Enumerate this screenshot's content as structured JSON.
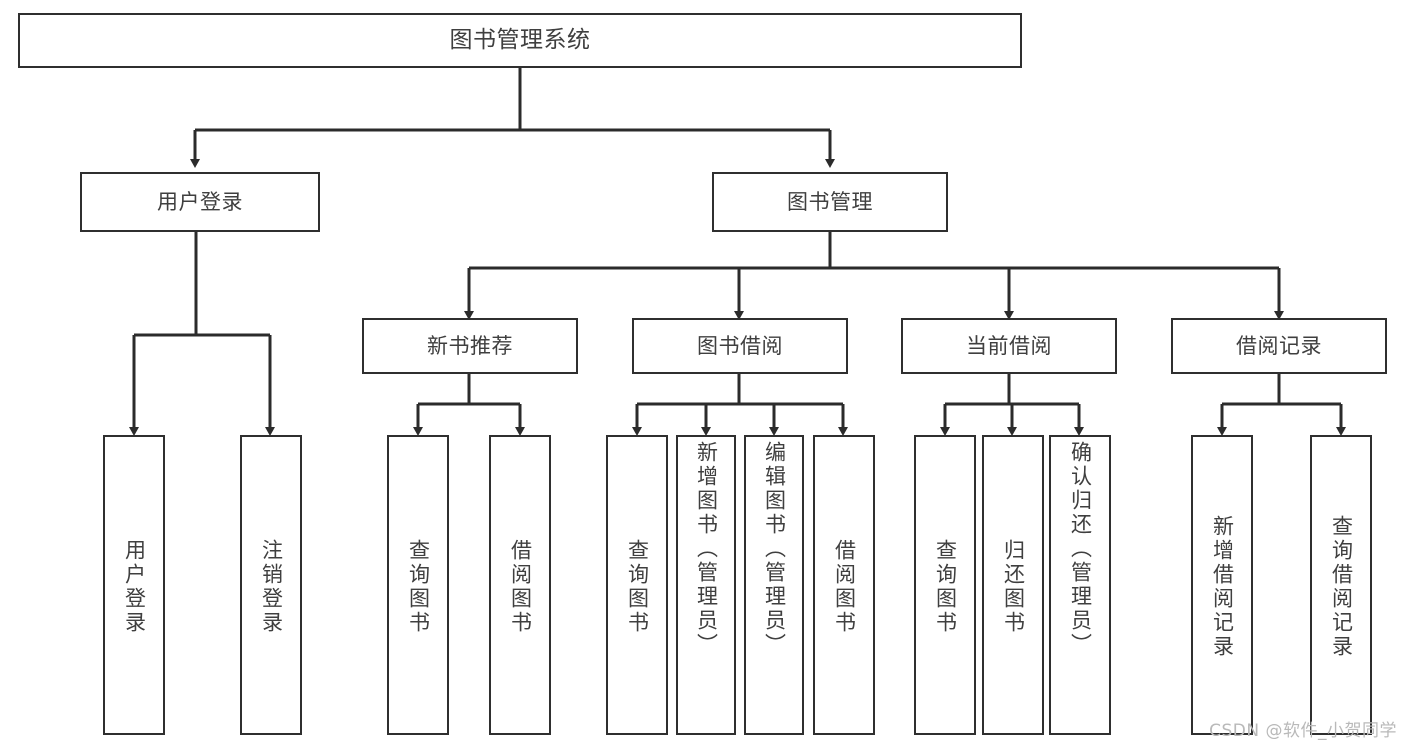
{
  "diagram": {
    "title": "图书管理系统",
    "type": "hierarchy-tree",
    "watermark": "CSDN @软件_小贺同学",
    "colors": {
      "box_border": "#2f2f2f",
      "box_fill": "#ffffff",
      "text": "#3f3f3f",
      "connector": "#2b2b2b",
      "watermark": "#b9b9b9",
      "background": "#ffffff"
    },
    "root": {
      "label": "图书管理系统"
    },
    "level2": [
      {
        "label": "用户登录"
      },
      {
        "label": "图书管理"
      }
    ],
    "level3": [
      {
        "label": "新书推荐"
      },
      {
        "label": "图书借阅"
      },
      {
        "label": "当前借阅"
      },
      {
        "label": "借阅记录"
      }
    ],
    "leaves": {
      "user_login": [
        {
          "label": "用户登录"
        },
        {
          "label": "注销登录"
        }
      ],
      "new_book_recommend": [
        {
          "label": "查询图书"
        },
        {
          "label": "借阅图书"
        }
      ],
      "book_borrow": [
        {
          "label": "查询图书"
        },
        {
          "label": "新增图书（管理员）"
        },
        {
          "label": "编辑图书（管理员）"
        },
        {
          "label": "借阅图书"
        }
      ],
      "current_borrow": [
        {
          "label": "查询图书"
        },
        {
          "label": "归还图书"
        },
        {
          "label": "确认归还（管理员）"
        }
      ],
      "borrow_record": [
        {
          "label": "新增借阅记录"
        },
        {
          "label": "查询借阅记录"
        }
      ]
    }
  }
}
